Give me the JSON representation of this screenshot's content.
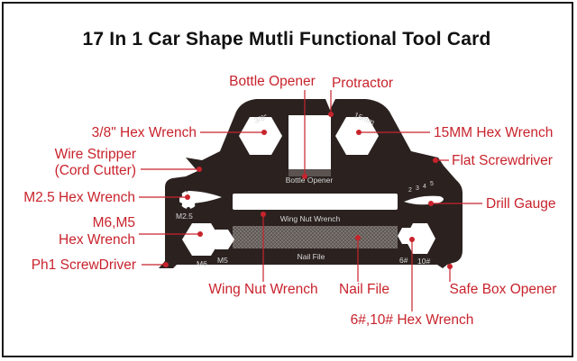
{
  "title": "17 In 1 Car Shape Mutli Functional Tool Card",
  "colors": {
    "label": "#c8232c",
    "card": "#2b2220",
    "title": "#111111"
  },
  "labels": {
    "bottle_opener": "Bottle Opener",
    "protractor": "Protractor",
    "hex_3_8": "3/8\" Hex Wrench",
    "hex_15mm": "15MM Hex Wrench",
    "wire_stripper_line1": "Wire Stripper",
    "wire_stripper_line2": "(Cord Cutter)",
    "flat_screwdriver": "Flat Screwdriver",
    "m25_hex": "M2.5 Hex Wrench",
    "drill_gauge": "Drill Gauge",
    "m6m5_line1": "M6,M5",
    "m6m5_line2": "Hex Wrench",
    "ph1": "Ph1 ScrewDriver",
    "wing_nut": "Wing Nut Wrench",
    "nail_file": "Nail File",
    "safe_box": "Safe Box Opener",
    "hex_6_10": "6#,10# Hex Wrench"
  },
  "engravings": {
    "e_3_8": "3/8\"",
    "e_15mm": "15mm",
    "e_bottle": "Bottle Opener",
    "e_m25": "M2.5",
    "e_wing": "Wing Nut Wrench",
    "e_nail": "Nail File",
    "e_m6": "M6",
    "e_m5": "M5",
    "e_6": "6#",
    "e_10": "10#",
    "e_g2": "2",
    "e_g3": "3",
    "e_g4": "4",
    "e_g5": "5"
  }
}
